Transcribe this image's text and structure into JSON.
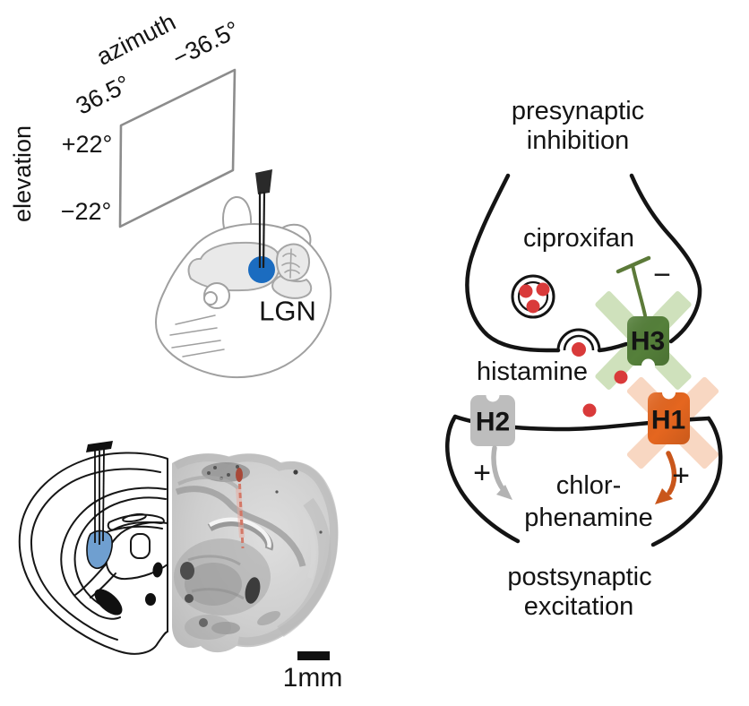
{
  "panels": {
    "stimulus": {
      "azimuth_label": "azimuth",
      "azimuth_right": "−36.5°",
      "azimuth_left": "36.5°",
      "elevation_label": "elevation",
      "elevation_top": "+22°",
      "elevation_bottom": "−22°",
      "region_label": "LGN"
    },
    "histology": {
      "scale_label": "1mm"
    },
    "synapse": {
      "top_title_1": "presynaptic",
      "top_title_2": "inhibition",
      "h3_drug": "ciproxifan",
      "h3_sign": "−",
      "transmitter_label": "histamine",
      "h3_label": "H3",
      "h2_label": "H2",
      "h1_label": "H1",
      "h2_sign": "+",
      "h1_sign": "+",
      "h1_drug_1": "chlor-",
      "h1_drug_2": "phenamine",
      "bottom_title_1": "postsynaptic",
      "bottom_title_2": "excitation"
    }
  },
  "colors": {
    "lgn_dot_blue": "#1b6cc0",
    "lgn_region_blue": "#6f9fd0",
    "histamine_red": "#d93a3a",
    "histamine_text_red": "#c2272b",
    "h3_green": "#55803a",
    "h3_green_light": "#cfe1bc",
    "h3_label_color": "#dcead0",
    "ciproxifan_green": "#6d8c34",
    "tbar_green": "#5c7a39",
    "h1_orange": "#e5661f",
    "h1_orange_light": "#f8d7c2",
    "h1_label_color": "#fbeade",
    "chlorphenamine_orange": "#ee8355",
    "h1_arrow_orange": "#c9561b",
    "h2_gray": "#bdbdbd",
    "h2_label_color": "#ffffff",
    "h2_arrow_gray": "#b3b3b3"
  }
}
